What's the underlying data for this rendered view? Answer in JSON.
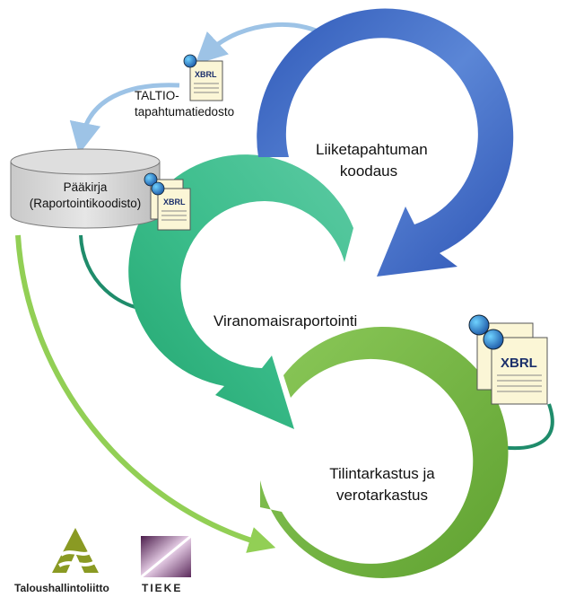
{
  "labels": {
    "business_coding_line1": "Liiketapahtuman",
    "business_coding_line2": "koodaus",
    "authority_reporting": "Viranomaisraportointi",
    "audit_line1": "Tilintarkastus ja",
    "audit_line2": "verotarkastus",
    "ledger_line1": "Pääkirja",
    "ledger_line2": "(Raportointikoodisto)",
    "taltio_line1": "TALTIO-",
    "taltio_line2": "tapahtumatiedosto"
  },
  "xbrl_text": "XBRL",
  "logos": {
    "taloushallintoliitto": "Taloushallintoliitto",
    "tieke": "TIEKE"
  },
  "colors": {
    "blue": "#3d66c4",
    "teal": "#3fb98a",
    "green": "#72b53c",
    "light_blue_arrow": "#9dc3e6",
    "dark_teal_arrow": "#1f8c6b",
    "light_green_arrow": "#92cf55",
    "cylinder": "#d9d9d9",
    "logo_olive": "#8a9a23",
    "logo_purple": "#7b3a7b"
  },
  "icons": [
    "xbrl-document-icon",
    "globe-icon",
    "database-cylinder-icon"
  ]
}
